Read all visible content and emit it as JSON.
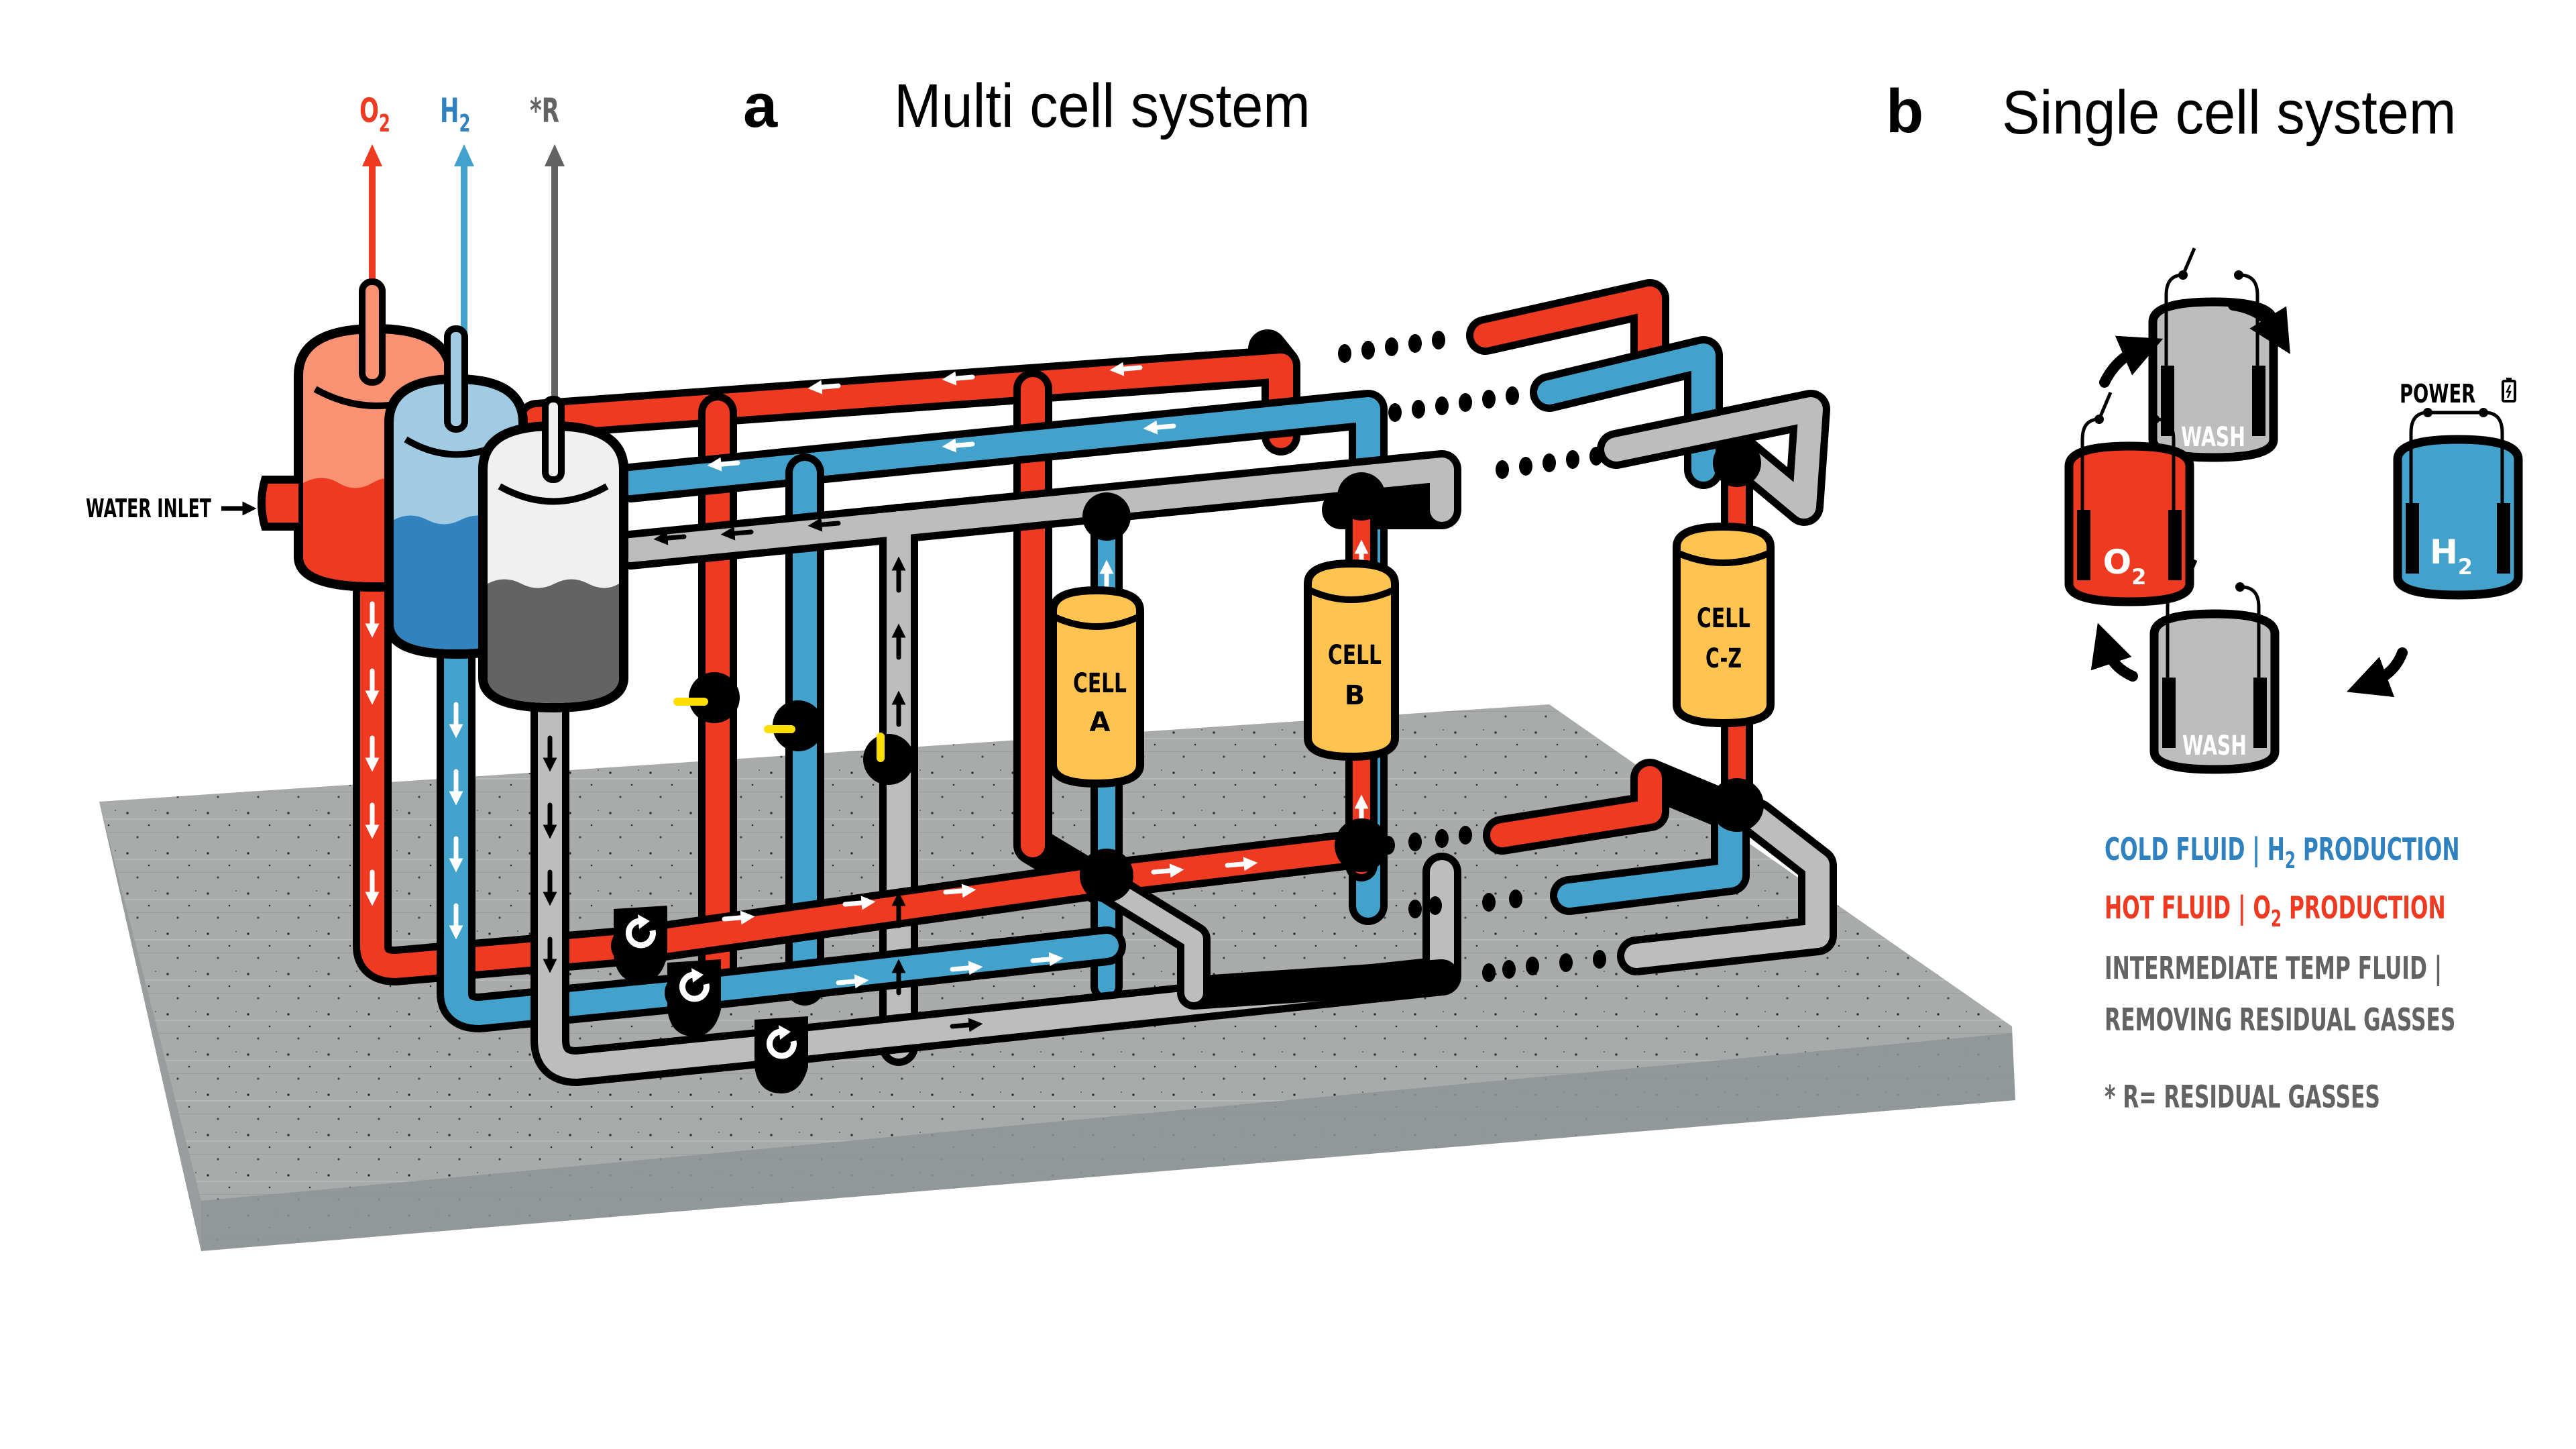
{
  "panel_a": {
    "letter": "a",
    "title": "Multi cell system",
    "outputs": [
      {
        "label": "O",
        "sub": "2",
        "color": "#ef3a22"
      },
      {
        "label": "H",
        "sub": "2",
        "color": "#2f82bf"
      },
      {
        "label": "*R",
        "sub": "",
        "color": "#636363"
      }
    ],
    "water_inlet_label": "WATER INLET",
    "cells": [
      {
        "line1": "CELL",
        "line2": "A"
      },
      {
        "line1": "CELL",
        "line2": "B"
      },
      {
        "line1": "CELL",
        "line2": "C-Z"
      }
    ],
    "pump_icon": "rotate-clockwise-icon"
  },
  "panel_b": {
    "letter": "b",
    "title": "Single cell system",
    "power_label": "POWER",
    "power_icon": "battery-charging-icon",
    "cycle_cells": [
      {
        "label": "WASH",
        "sub": "",
        "fill": "#bdbdbd",
        "position": "top"
      },
      {
        "label": "H",
        "sub": "2",
        "fill": "#43a2cc",
        "position": "right"
      },
      {
        "label": "WASH",
        "sub": "",
        "fill": "#bdbdbd",
        "position": "bottom"
      },
      {
        "label": "O",
        "sub": "2",
        "fill": "#ef3a22",
        "position": "left"
      }
    ]
  },
  "legend": {
    "cold": {
      "pre": "COLD FLUID | H",
      "sub": "2",
      "post": " PRODUCTION",
      "color": "#2f82bf"
    },
    "hot": {
      "pre": "HOT FLUID | O",
      "sub": "2",
      "post": " PRODUCTION",
      "color": "#ef3a22"
    },
    "intermediate_line1": "INTERMEDIATE  TEMP FLUID |",
    "intermediate_line2": "REMOVING RESIDUAL GASSES",
    "intermediate_color": "#636363",
    "footnote": "* R= RESIDUAL GASSES"
  },
  "colors": {
    "hot": "#ef3a22",
    "hot_light": "#f99272",
    "cold": "#43a2cc",
    "cold_dark": "#3182bd",
    "cold_light": "#a0cbe2",
    "inter": "#bdbdbd",
    "inter_dark": "#636363",
    "inter_light": "#f0f0f0",
    "cell": "#fec44f",
    "valve_handle": "#ffde00",
    "concrete": "#a9abab"
  }
}
